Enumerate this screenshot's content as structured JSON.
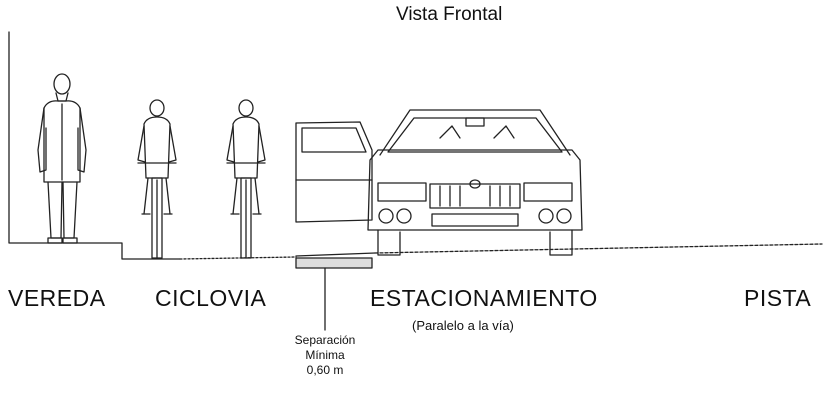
{
  "title": "Vista Frontal",
  "zones": {
    "vereda": "VEREDA",
    "ciclovia": "CICLOVIA",
    "estacionamiento": "ESTACIONAMIENTO",
    "estacionamiento_note": "(Paralelo a la vía)",
    "pista": "PISTA"
  },
  "separation": {
    "line1": "Separación",
    "line2": "Mínima",
    "line3": "0,60 m"
  },
  "icons": [
    "pedestrian-icon",
    "cyclist-icon",
    "car-icon"
  ]
}
